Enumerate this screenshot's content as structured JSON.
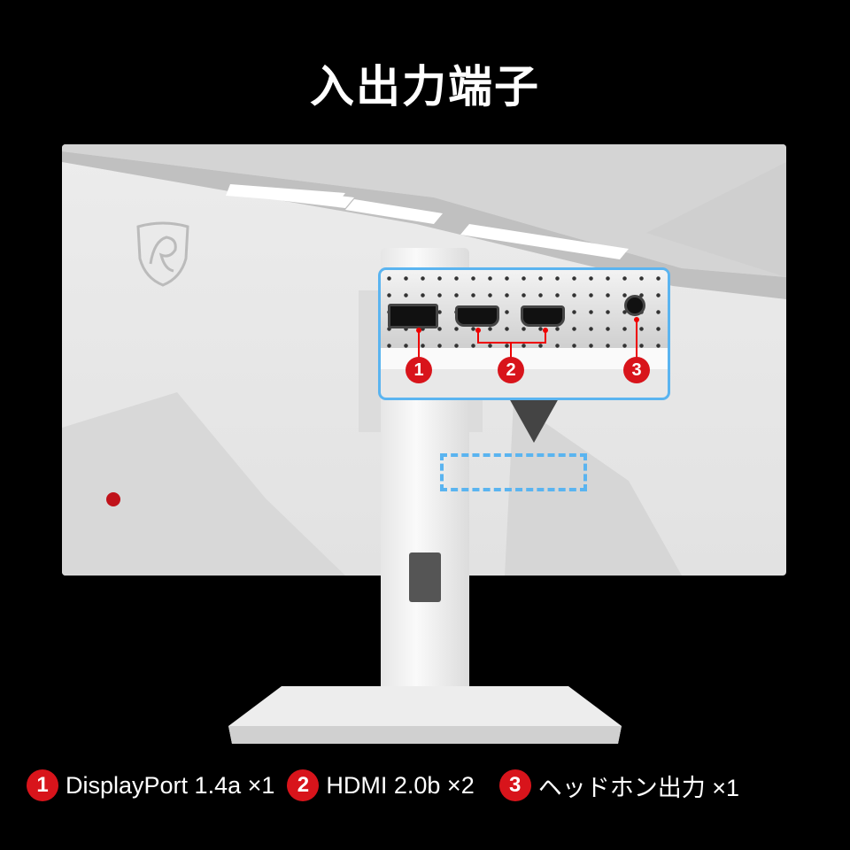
{
  "title": "入出力端子",
  "callout_numbers": [
    "1",
    "2",
    "3"
  ],
  "legend": [
    {
      "number": "1",
      "label": "DisplayPort 1.4a ×1"
    },
    {
      "number": "2",
      "label": "HDMI 2.0b ×2"
    },
    {
      "number": "3",
      "label": "ヘッドホン出力 ×1"
    }
  ],
  "colors": {
    "background": "#000000",
    "badge": "#d8141b",
    "highlight": "#5ab4f0"
  },
  "icons": [
    "msi-dragon-shield-logo",
    "power-button",
    "displayport-port",
    "hdmi-port",
    "headphone-jack"
  ]
}
